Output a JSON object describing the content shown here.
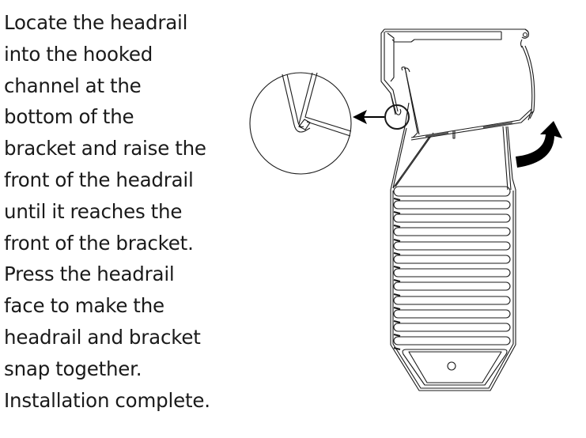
{
  "instructions": {
    "lines": [
      "Locate the headrail",
      "into the hooked",
      "channel at the",
      "bottom of the",
      "bracket and raise the",
      "front of the headrail",
      "until it reaches the",
      "front of the bracket.",
      "Press the headrail",
      "face to make the",
      "headrail and bracket",
      "snap together.",
      "Installation complete."
    ]
  },
  "diagram": {
    "components": [
      "headrail",
      "bracket",
      "detail-magnifier-circle",
      "detail-pointer-arrow",
      "rotation-arrow"
    ],
    "bracket_slot_count": 12,
    "colors": {
      "stroke": "#1a1a1a",
      "fill": "#ffffff",
      "arrow": "#000000"
    }
  }
}
